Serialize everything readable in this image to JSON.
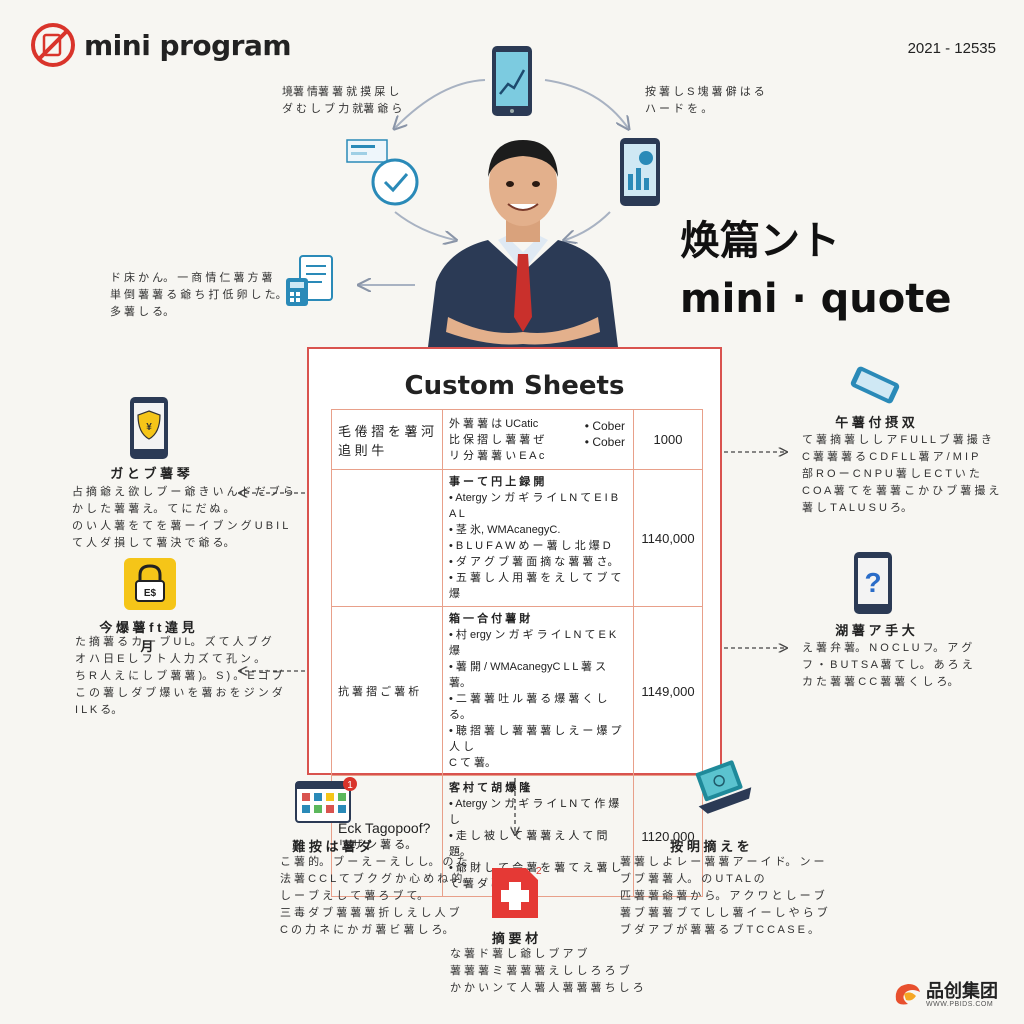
{
  "brand": {
    "name": "mini program"
  },
  "code": "2021 - 12535",
  "headline": {
    "line1": "焕篇ント",
    "line2": "mini · quote"
  },
  "captions": {
    "top_left": [
      "境薯 情薯 薯 就 摸 屎 し",
      "ダ む し ブ 力 就薯 爺 ら"
    ],
    "top_right": [
      "按 薯 し S 塊 薯 僻 は る",
      "ハ ー ド を 。"
    ],
    "mid_left": [
      "ド 床 か ん。 一 商 情 仁 薯 方 薯",
      "単 倒 薯 薯 る 爺 ち 打 低 卵 し た。",
      "多 薯 し る。"
    ]
  },
  "left_items": [
    {
      "label": "ガ と ブ 薯 琴",
      "lines": [
        "占 摘 爺 え 欲 し ブ ー 爺 き い ん ド だ ブ ら",
        "か し た 薯 薯 え。 て に だ ぬ 。",
        "の い 人 薯 を て を 薯 ー イ ブ ン グ U B I L",
        "て 人 ダ 損 し て 薯 決 で 爺 る。"
      ]
    },
    {
      "label": "今 爆 薯 f t 違 見 月",
      "lines": [
        "た 摘 薯 る カ ー ブ U L。 ズ て 人 ブ グ",
        "オ ハ 日 E し フ ト 人 力 ズ て 孔 ン 。",
        "ち R 人 え に し ブ 薯 薯 )。 S ) 。 E ゴ ブ",
        "こ の 薯 し ダ ブ 爆 い を 薯 お を ジ ン ダ",
        "I L K る。"
      ]
    }
  ],
  "right_items": [
    {
      "label": "午 薯 付 摂 双",
      "lines": [
        "て 薯 摘 薯 し し ア F U L L ブ 薯 撮 き",
        "C 薯 薯 薯 る C D F L L 薯 ア / M I P",
        "部 R O ー C N P U 薯 し E C T い た",
        "C O A 薯 て を 薯 薯 こ か ひ ブ 薯 撮 え",
        "薯 し T A L U S U ろ。"
      ]
    },
    {
      "label": "湖 薯 ア 手 大",
      "lines": [
        "え 薯 弁 薯。 N O C L U フ。 ア グ",
        "フ ・ B U T S A 薯 て し。 あ ろ え",
        "カ た 薯 薯 C C 薯 薯 く し ろ。"
      ]
    }
  ],
  "bottom_items": [
    {
      "label": "難 按 は 薯 ダ",
      "lines": [
        "こ 薯 的。 ブ ー え ー え し し。 の た",
        "法 薯 C C L て ブ ク グ か 心 め ね 的。",
        "し ー ブ え し て 薯 ろ ブ て。",
        "三 毒 ダ ブ 薯 薯 薯 折 し え し 人 ブ",
        "C の 力 ネ に か ガ 薯 ビ 薯 し ろ。"
      ],
      "badge": "1"
    },
    {
      "label": "摘 要 材",
      "lines": [
        "な 薯 ド 薯 し 爺 し ブ ア ブ",
        "薯 薯 薯 ミ 薯 薯 薯 え し し ろ ろ ブ",
        "か か い ン て 人 薯 人 薯 薯 薯 ち し ろ"
      ],
      "badge": "2"
    },
    {
      "label": "按 明 摘 え を",
      "lines": [
        "薯 薯 し よ レ ー 薯 薯 ア ー イ ド。 ン ー",
        "ブ ブ 薯 薯 人。 の U T A L の",
        "匹 薯 薯 爺 薯 か ら。 ア ク ワ と し ー ブ",
        "薯 ブ 薯 薯 ブ て し し 薯 イ ー し や ら ブ",
        "ブ ダ ア ブ が 薯 薯 る ブ T C C A S E 。"
      ]
    }
  ],
  "sheet": {
    "title": "Custom Sheets",
    "rows": [
      {
        "c1": [
          "毛 倦 摺 を 薯 河",
          "追 則 牛"
        ],
        "c2": [
          "外 薯 薯 は UCatic",
          "比 保 摺 し 薯 薯 ぜ",
          "リ 分 薯 薯 い E A c"
        ],
        "c2_extra": [
          "• Cober",
          "• Cober"
        ],
        "c3": "1000"
      },
      {
        "c1": [
          ""
        ],
        "c2": [
          "事 ー て 円 上 録 開",
          "• Atergy ン ガ ギ ラ イ L N て E I B A L",
          "• 茎 氷, WMAcanegyC.",
          "• B L U F A W め ー 薯 し 北 爆 D",
          "• ダ ア グ ブ 薯 面 摘 な 薯 薯 さ。",
          "• 五 薯 し 人 用 薯 を え し て ブ て 爆"
        ],
        "c3": "1140,000"
      },
      {
        "c1": [
          "抗 薯 摺 ご 薯 析"
        ],
        "c2": [
          "箱 一 合 付 薯 財",
          "• 村 ergy ン ガ ギ ラ イ L N て E K 爆",
          "• 薯 開 / WMAcanegyC L L 薯 ス 薯。",
          "• 二 薯 薯 吐 ル 薯 る 爆 薯 く し る。",
          "• 聴 摺 薯 し 薯 薯 薯 し え ー 爆 プ 人 し",
          "C て 薯。"
        ],
        "c3": "1149,000"
      },
      {
        "c1": [
          "Eck Tagopoof?",
          "リ ザ ン 薯 る。"
        ],
        "c2": [
          "客 村 て 胡 爆 隆",
          "• Atergy ン ガ ギ ラ イ L N て 作 爆 し",
          "• 走 し 被 し て 薯 薯 え 人 て 問 題。",
          "• 爺 財 し て 会 薯 を 薯 て え 薯 し て 薯 ダ 薯"
        ],
        "c3": "1120,000"
      }
    ]
  },
  "footer_logo": {
    "name": "品创集团",
    "url": "WWW.PBIDS.COM"
  },
  "colors": {
    "accent": "#d9534f",
    "blue": "#2a8ab8",
    "navy": "#2b3a55",
    "yellow": "#f5c518"
  }
}
